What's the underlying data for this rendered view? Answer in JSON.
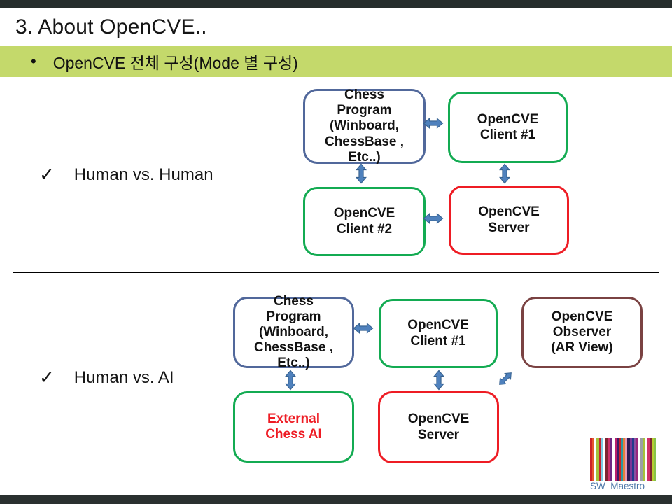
{
  "slide": {
    "title": "3. About OpenCVE..",
    "bullet_marker": "•",
    "bullet": "OpenCVE 전체 구성(Mode 별 구성)"
  },
  "sections": {
    "s1": {
      "check": "✓",
      "label": "Human vs. Human"
    },
    "s2": {
      "check": "✓",
      "label": "Human vs. AI"
    }
  },
  "diagram1": {
    "chess_program": "Chess\nProgram\n(Winboard,\nChessBase ,\nEtc..)",
    "client1": "OpenCVE\nClient #1",
    "client2": "OpenCVE\nClient #2",
    "server": "OpenCVE\nServer"
  },
  "diagram2": {
    "chess_program": "Chess\nProgram\n(Winboard,\nChessBase ,\nEtc..)",
    "client1": "OpenCVE\nClient #1",
    "observer": "OpenCVE\nObserver\n(AR View)",
    "external_ai": "External\nChess AI",
    "server": "OpenCVE\nServer"
  },
  "logo": {
    "text": "SW_Maestro_",
    "barcode_colors": [
      "#cc2127",
      "#e4572e",
      "#ffffff",
      "#a4c23a",
      "#c42430",
      "#7ecbe0",
      "#ffffff",
      "#7e2530",
      "#cf3069",
      "#6d2a85",
      "#ffffff",
      "#b9216e",
      "#3f1d66",
      "#cc2127",
      "#2a9aa0",
      "#e4803a",
      "#e59ab5",
      "#2f1b55",
      "#7c3596",
      "#223a8c",
      "#8a4fa0",
      "#98277c",
      "#ffffff",
      "#9aa0a6",
      "#a4c23a",
      "#ffffff",
      "#cf3069",
      "#7e2530",
      "#b7cc33",
      "#86c34a"
    ]
  },
  "colors": {
    "top_bar": "#262d2c",
    "bottom_bar": "#2a302f",
    "bullet_bar": "#c4d96b",
    "chess_box_border": "#51689b",
    "client_box_border": "#13ab52",
    "server_box_border": "#ee1c24",
    "observer_box_border": "#7a4242",
    "external_ai_text": "#ee1c24",
    "arrow_fill": "#4f81bd",
    "arrow_stroke": "#36618f",
    "logo_text": "#4c77a8"
  }
}
